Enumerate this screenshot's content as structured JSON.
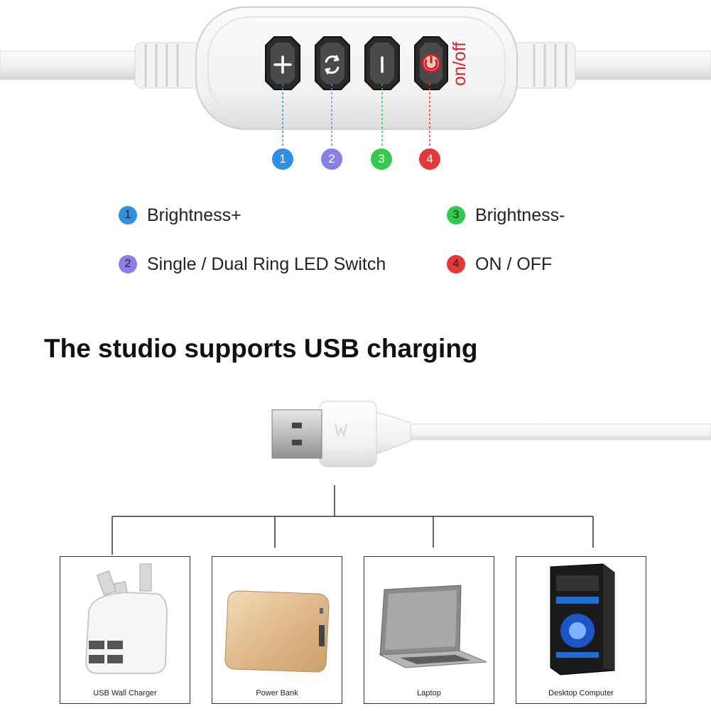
{
  "remote": {
    "onoff_label": "on/off",
    "buttons": [
      {
        "number": "1",
        "icon": "plus-icon",
        "color": "#2f8fe0"
      },
      {
        "number": "2",
        "icon": "switch-cycle-icon",
        "color": "#8a7fe6"
      },
      {
        "number": "3",
        "icon": "minus-icon",
        "color": "#33c94a"
      },
      {
        "number": "4",
        "icon": "power-icon",
        "color": "#e23a3a"
      }
    ]
  },
  "legend": [
    {
      "number": "1",
      "label": "Brightness+",
      "color": "#2f8fe0"
    },
    {
      "number": "2",
      "label": "Single / Dual Ring LED Switch",
      "color": "#8a7fe6"
    },
    {
      "number": "3",
      "label": "Brightness-",
      "color": "#33c94a"
    },
    {
      "number": "4",
      "label": "ON / OFF",
      "color": "#e23a3a"
    }
  ],
  "heading": "The studio supports USB charging",
  "devices": [
    {
      "label": "USB Wall Charger",
      "icon": "usb-wall-charger-icon"
    },
    {
      "label": "Power Bank",
      "icon": "power-bank-icon"
    },
    {
      "label": "Laptop",
      "icon": "laptop-icon"
    },
    {
      "label": "Desktop Computer",
      "icon": "desktop-computer-icon"
    }
  ]
}
